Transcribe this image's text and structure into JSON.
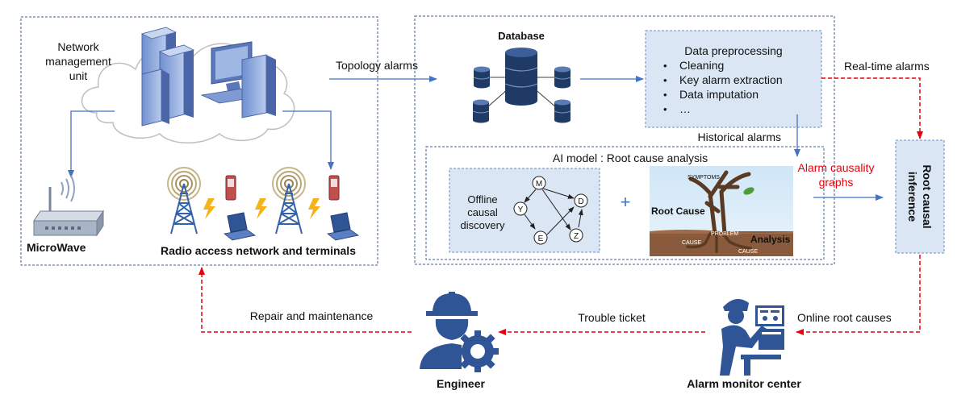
{
  "left_panel": {
    "nmu_label": [
      "Network",
      "management",
      "unit"
    ],
    "microwave_label": "MicroWave",
    "ran_label": "Radio access network and terminals"
  },
  "flows": {
    "topology": "Topology alarms",
    "realtime": "Real-time alarms",
    "historical": "Historical alarms",
    "causality": [
      "Alarm causality",
      "graphs"
    ],
    "online": "Online root causes",
    "ticket": "Trouble ticket",
    "repair": "Repair and maintenance"
  },
  "center_panel": {
    "database_label": "Database",
    "preprocessing": {
      "title": "Data preprocessing",
      "items": [
        "Cleaning",
        "Key alarm extraction",
        "Data imputation",
        "…"
      ]
    },
    "ai_model_title": "AI model : Root cause analysis",
    "offline": [
      "Offline",
      "causal",
      "discovery"
    ],
    "graph_nodes": [
      "M",
      "D",
      "Y",
      "E",
      "Z"
    ],
    "plus": "+",
    "rca_image": {
      "symptoms": "SYMPTOMS",
      "root_cause": "Root Cause",
      "problem": "PROBLEM",
      "cause_left": "CAUSE",
      "cause_right": "CAUSE",
      "analysis": "Analysis"
    }
  },
  "right_panel": {
    "inference_label": [
      "Root causal",
      "inference"
    ]
  },
  "bottom": {
    "engineer": "Engineer",
    "monitor": "Alarm monitor center"
  },
  "colors": {
    "blue_arrow": "#4472c4",
    "red_dash": "#e8000b",
    "panel_fill": "#dae6f3",
    "box_border": "#3f6aa8",
    "icon_blue": "#2f5597"
  }
}
